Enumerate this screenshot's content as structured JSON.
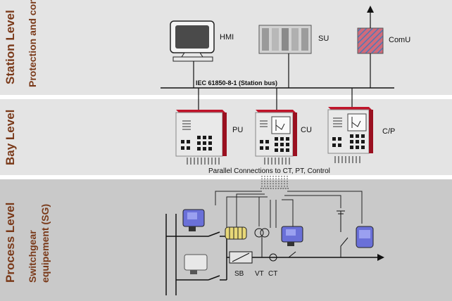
{
  "levels": {
    "station": {
      "title": "Station Level",
      "subtitle": "Protection and control"
    },
    "bay": {
      "title": "Bay Level"
    },
    "process": {
      "title": "Process Level",
      "subtitle_line1": "Switchgear",
      "subtitle_line2": "equipement (SG)"
    }
  },
  "station_devices": {
    "hmi": "HMI",
    "su": "SU",
    "comu": "ComU"
  },
  "station_bus_label": "IEC 61850-8-1 (Station bus)",
  "bay_devices": {
    "pu": "PU",
    "cu": "CU",
    "cp": "C/P"
  },
  "parallel_label": "Parallel Connections to CT, PT, Control",
  "process_labels": {
    "sb": "SB",
    "vt": "VT",
    "ct": "CT"
  },
  "colors": {
    "station_band": "#e4e4e4",
    "bay_band": "#e4e4e4",
    "process_band": "#c9c9c9",
    "level_text": "#7a3a1a",
    "device_accent": "#c0142a"
  }
}
